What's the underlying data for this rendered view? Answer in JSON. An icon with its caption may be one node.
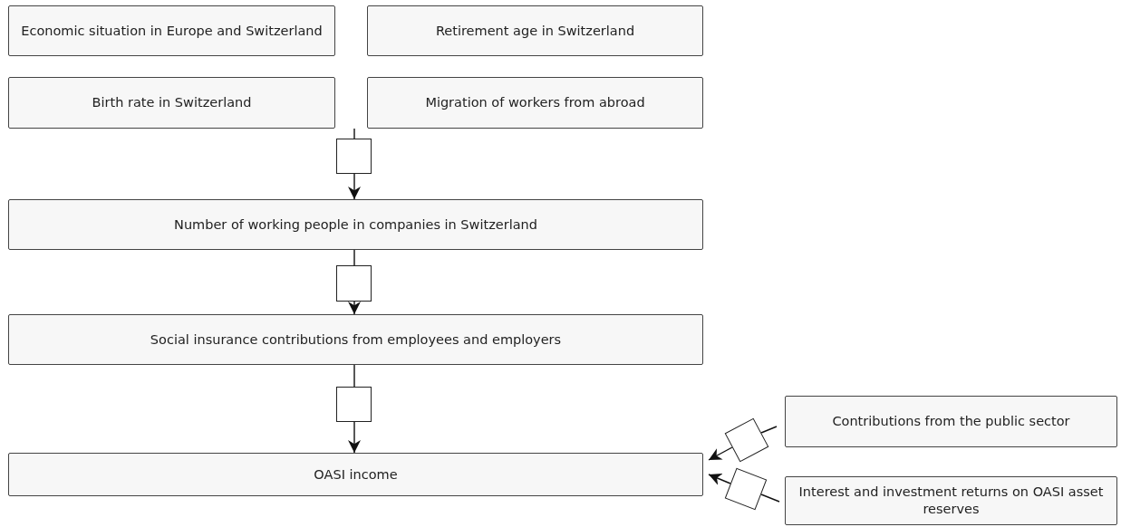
{
  "diagram": {
    "nodes": [
      {
        "text": [
          "Economic situation in Europe and Switzerland"
        ]
      },
      {
        "text": [
          "Retirement age in Switzerland"
        ]
      },
      {
        "text": [
          "Birth rate in Switzerland"
        ]
      },
      {
        "text": [
          "Migration of workers from abroad"
        ]
      },
      {
        "text": [],
        "shape": "box"
      },
      {
        "text": [
          "Number of working people in companies in Switzerland"
        ]
      },
      {
        "text": [],
        "shape": "box"
      },
      {
        "text": [
          "Social insurance contributions from employees and employers"
        ]
      },
      {
        "text": [],
        "shape": "box"
      },
      {
        "text": [
          "Contributions from the public sector"
        ]
      },
      {
        "text": [],
        "shape": "box"
      },
      {
        "text": [
          "OASI income"
        ]
      },
      {
        "text": [],
        "shape": "box"
      },
      {
        "text": [
          "Interest and investment returns on OASI asset reserves"
        ]
      }
    ],
    "edges": [
      {
        "from": null,
        "to": 4,
        "arrow": "none"
      },
      {
        "from": 4,
        "to": 5,
        "arrow": "to"
      },
      {
        "from": 5,
        "to": 6,
        "arrow": "none"
      },
      {
        "from": 6,
        "to": 7,
        "arrow": "to"
      },
      {
        "from": 7,
        "to": 8,
        "arrow": "none"
      },
      {
        "from": 8,
        "to": 11,
        "arrow": "to"
      },
      {
        "from": 9,
        "to": 10,
        "arrow": "none"
      },
      {
        "from": 10,
        "to": 11,
        "arrow": "to"
      },
      {
        "from": 13,
        "to": 12,
        "arrow": "none"
      },
      {
        "from": 12,
        "to": 11,
        "arrow": "to"
      }
    ]
  }
}
